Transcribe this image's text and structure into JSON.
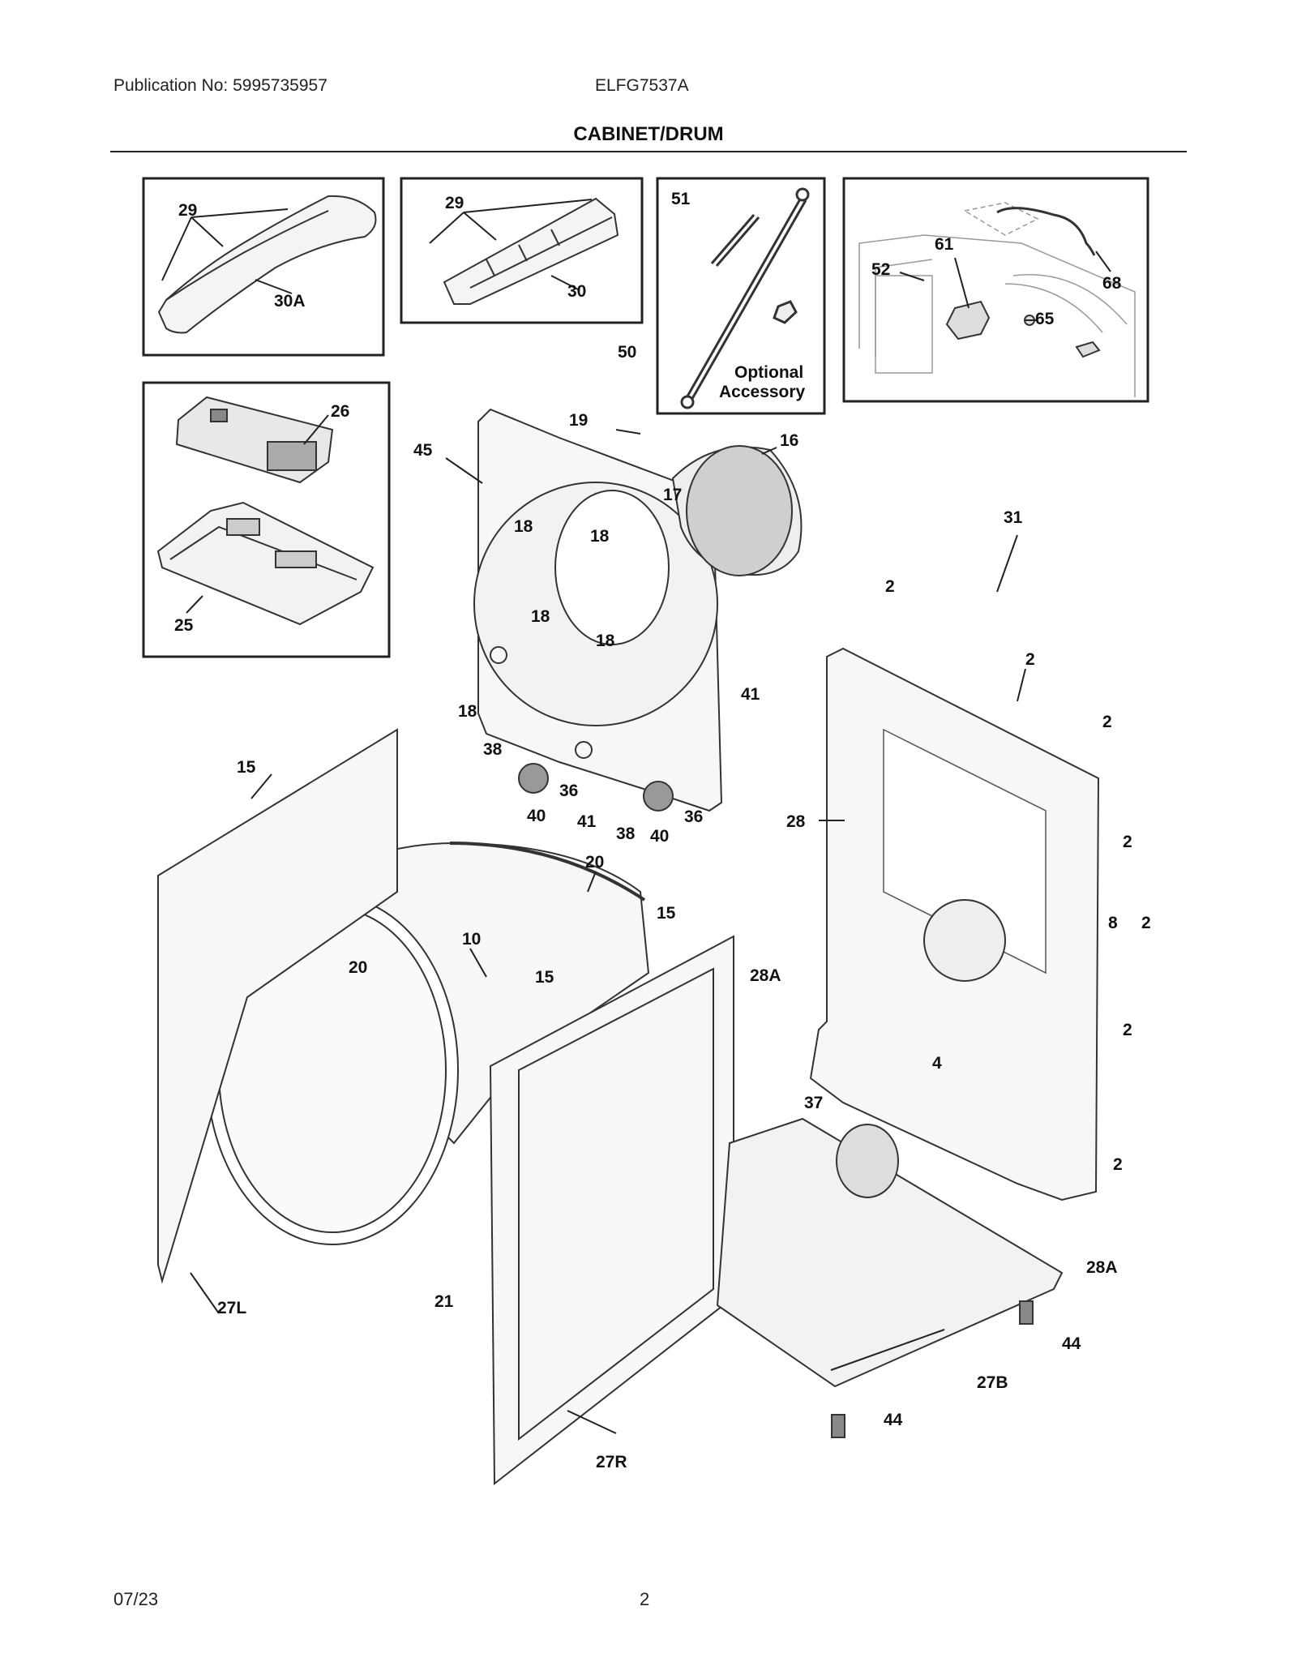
{
  "header": {
    "publication": "Publication No: 5995735957",
    "model": "ELFG7537A",
    "title": "CABINET/DRUM"
  },
  "footer": {
    "date": "07/23",
    "page": "2"
  },
  "callouts": {
    "c29a": "29",
    "c30a": "30A",
    "c29b": "29",
    "c30": "30",
    "c51": "51",
    "opt1": "Optional",
    "opt2": "Accessory",
    "c52": "52",
    "c61": "61",
    "c68": "68",
    "c65": "65",
    "c26": "26",
    "c25": "25",
    "c50": "50",
    "c19": "19",
    "c45": "45",
    "c16": "16",
    "c17": "17",
    "c18a": "18",
    "c18b": "18",
    "c18c": "18",
    "c18d": "18",
    "c18e": "18",
    "c31": "31",
    "c2a": "2",
    "c2b": "2",
    "c2c": "2",
    "c41a": "41",
    "c38a": "38",
    "c36a": "36",
    "c40a": "40",
    "c41b": "41",
    "c38b": "38",
    "c40b": "40",
    "c36b": "36",
    "c28": "28",
    "c2d": "2",
    "c15a": "15",
    "c20a": "20",
    "c15b": "15",
    "c10": "10",
    "c20b": "20",
    "c15c": "15",
    "c28a1": "28A",
    "c8": "8",
    "c2e": "2",
    "c2f": "2",
    "c4": "4",
    "c37": "37",
    "c2g": "2",
    "c28a2": "28A",
    "c27l": "27L",
    "c21": "21",
    "c44a": "44",
    "c27b": "27B",
    "c44b": "44",
    "c27r": "27R"
  }
}
